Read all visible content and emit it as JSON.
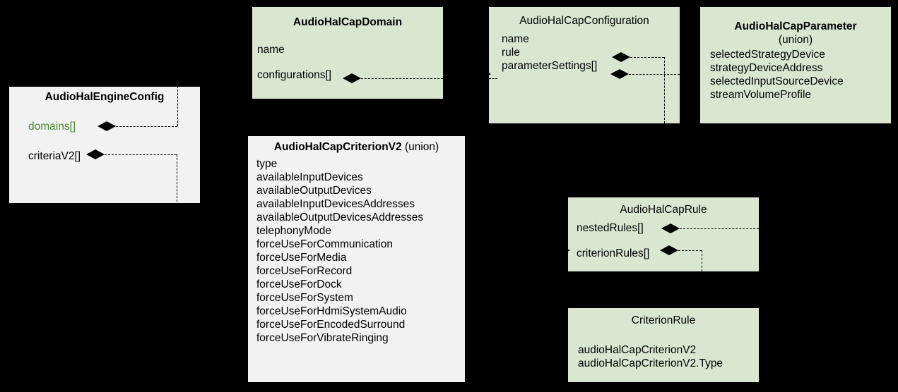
{
  "diagram": {
    "background_color": "#000000",
    "entity_fill_green": "#d9e7d1",
    "entity_fill_gray": "#f2f2f2",
    "highlight_text_color": "#4a8a32",
    "text_color": "#000000"
  },
  "entities": {
    "engine_config": {
      "title": "AudioHalEngineConfig",
      "attributes": [
        {
          "label": "domains[]",
          "highlighted": true
        },
        {
          "label": "criteriaV2[]",
          "highlighted": false
        }
      ]
    },
    "cap_domain": {
      "title": "AudioHalCapDomain",
      "attributes": [
        {
          "label": "name"
        },
        {
          "label": "configurations[]"
        }
      ]
    },
    "cap_configuration": {
      "title": "AudioHalCapConfiguration",
      "attributes": [
        {
          "label": "name"
        },
        {
          "label": "rule"
        },
        {
          "label": "parameterSettings[]"
        }
      ]
    },
    "cap_parameter": {
      "title": "AudioHalCapParameter",
      "subtitle": "(union)",
      "attributes": [
        {
          "label": "selectedStrategyDevice"
        },
        {
          "label": "strategyDeviceAddress"
        },
        {
          "label": "selectedInputSourceDevice"
        },
        {
          "label": "streamVolumeProfile"
        }
      ]
    },
    "cap_criterion_v2": {
      "title": "AudioHalCapCriterionV2",
      "title_suffix": "(union)",
      "attributes": [
        {
          "label": "type"
        },
        {
          "label": "availableInputDevices"
        },
        {
          "label": "availableOutputDevices"
        },
        {
          "label": "availableInputDevicesAddresses"
        },
        {
          "label": "availableOutputDevicesAddresses"
        },
        {
          "label": "telephonyMode"
        },
        {
          "label": "forceUseForCommunication"
        },
        {
          "label": "forceUseForMedia"
        },
        {
          "label": "forceUseForRecord"
        },
        {
          "label": "forceUseForDock"
        },
        {
          "label": "forceUseForSystem"
        },
        {
          "label": "forceUseForHdmiSystemAudio"
        },
        {
          "label": "forceUseForEncodedSurround"
        },
        {
          "label": "forceUseForVibrateRinging"
        }
      ]
    },
    "cap_rule": {
      "title": "AudioHalCapRule",
      "attributes": [
        {
          "label": "nestedRules[]"
        },
        {
          "label": "criterionRules[]"
        }
      ]
    },
    "criterion_rule": {
      "title": "CriterionRule",
      "attributes": [
        {
          "label": "audioHalCapCriterionV2"
        },
        {
          "label": "audioHalCapCriterionV2.Type"
        }
      ]
    }
  }
}
